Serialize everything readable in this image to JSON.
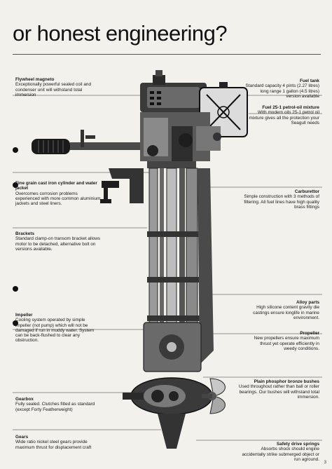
{
  "headline": "or honest engineering?",
  "page_number": "3",
  "callouts": {
    "flywheel": {
      "title": "Flywheel magneto",
      "body": "Exceptionally powerful sealed coil and condenser unit will withstand total immersion"
    },
    "cylinder": {
      "title": "Fine grain cast iron cylinder and water jacket",
      "body": "Overcomes corrosion problems experienced with more common aluminium jackets and steel liners."
    },
    "brackets": {
      "title": "Brackets",
      "body": "Standard clamp-on transom bracket allows motor to be detached, alternative bolt on versions available."
    },
    "impeller": {
      "title": "Impeller",
      "body": "Cooling system operated by simple impeller (not pump) which will not be damaged if run in muddy water. System can be back-flushed to clear any obstruction."
    },
    "gearbox": {
      "title": "Gearbox",
      "body": "Fully sealed. Clutches fitted as standard (except Forty Featherweight)"
    },
    "gears": {
      "title": "Gears",
      "body": "Wide ratio nickel steel gears provide maximum thrust for displacement craft"
    },
    "fuel_tank": {
      "title": "Fuel tank",
      "body": "Standard capacity 4 pints (2.27 litres) long range 1 gallon (4.5 litres) version available"
    },
    "fuel_mixture": {
      "title": "Fuel 25-1 petrol-oil mixture",
      "body": "With modern oils 25-1 petrol oil mixture gives all the protection your Seagull needs"
    },
    "carburettor": {
      "title": "Carburettor",
      "body": "Simple construction with 3 methods of filtering. All fuel lines have high quality brass fittings"
    },
    "alloy": {
      "title": "Alloy parts",
      "body": "High silicone content gravity die castings ensure longlife in marine environment."
    },
    "propeller": {
      "title": "Propeller",
      "body": "New propellers ensure maximum thrust yet operate efficiently in weedy conditions."
    },
    "bushes": {
      "title": "Plain phosphor bronze bushes",
      "body": "Used throughout rather than ball or roller bearings. Our bushes will withstand total immersion."
    },
    "springs": {
      "title": "Safety drive springs",
      "body": "Absorbs shock should engine accidentally strike submerged object or run aground."
    }
  }
}
